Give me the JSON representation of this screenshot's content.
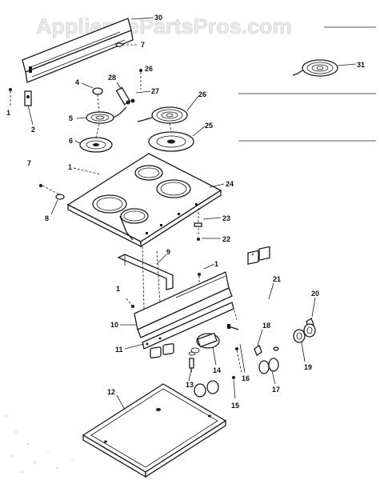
{
  "watermark": "AppliancePartsPros.com",
  "callouts": [
    "30",
    "7",
    "26",
    "4",
    "28",
    "27",
    "26",
    "5",
    "25",
    "6",
    "31",
    "1",
    "2",
    "7",
    "1",
    "24",
    "8",
    "23",
    "22",
    "9",
    "1",
    "1",
    "21",
    "20",
    "10",
    "18",
    "19",
    "11",
    "13",
    "14",
    "16",
    "17",
    "12",
    "15"
  ]
}
